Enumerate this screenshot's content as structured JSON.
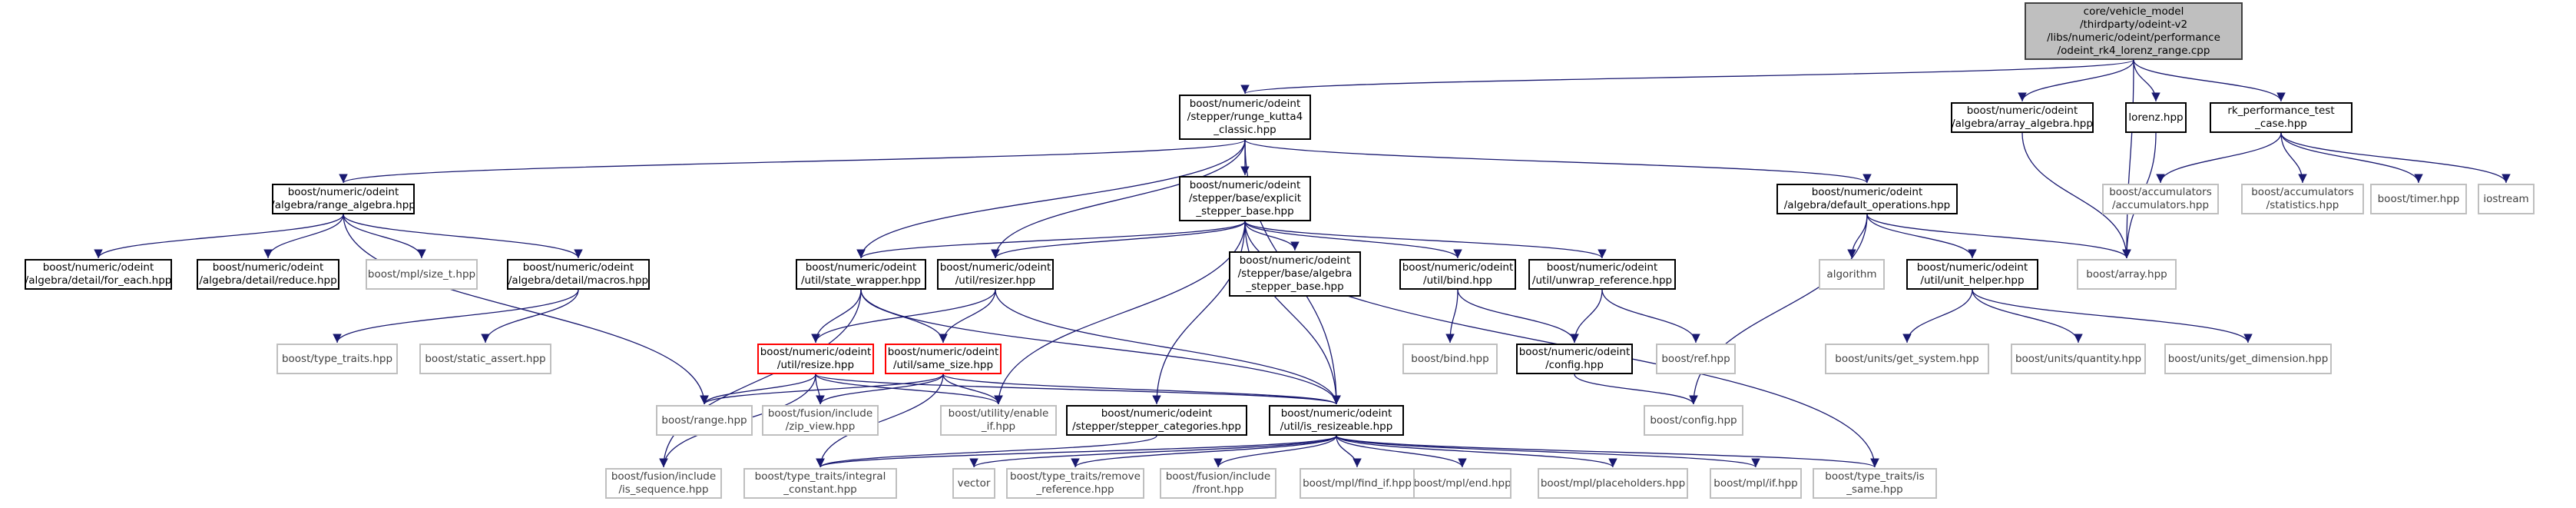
{
  "colors": {
    "edge": "#191970",
    "root_fill": "#bfbfbf",
    "external_border": "#bfbfbf",
    "highlight_border": "#ff0000"
  },
  "nodes": [
    {
      "id": "root",
      "kind": "root",
      "lines": [
        "core/vehicle_model",
        "/thirdparty/odeint-v2",
        "/libs/numeric/odeint/performance",
        "/odeint_rk4_lorenz_range.cpp"
      ]
    },
    {
      "id": "rk4",
      "kind": "doc",
      "lines": [
        "boost/numeric/odeint",
        "/stepper/runge_kutta4",
        "_classic.hpp"
      ]
    },
    {
      "id": "array_alg",
      "kind": "doc",
      "lines": [
        "boost/numeric/odeint",
        "/algebra/array_algebra.hpp"
      ]
    },
    {
      "id": "lorenz",
      "kind": "doc",
      "lines": [
        "lorenz.hpp"
      ]
    },
    {
      "id": "rkperf",
      "kind": "doc",
      "lines": [
        "rk_performance_test",
        "_case.hpp"
      ]
    },
    {
      "id": "range_alg",
      "kind": "doc",
      "lines": [
        "boost/numeric/odeint",
        "/algebra/range_algebra.hpp"
      ]
    },
    {
      "id": "expl",
      "kind": "doc",
      "lines": [
        "boost/numeric/odeint",
        "/stepper/base/explicit",
        "_stepper_base.hpp"
      ]
    },
    {
      "id": "defops",
      "kind": "doc",
      "lines": [
        "boost/numeric/odeint",
        "/algebra/default_operations.hpp"
      ]
    },
    {
      "id": "acc",
      "kind": "ext",
      "lines": [
        "boost/accumulators",
        "/accumulators.hpp"
      ]
    },
    {
      "id": "stats",
      "kind": "ext",
      "lines": [
        "boost/accumulators",
        "/statistics.hpp"
      ]
    },
    {
      "id": "timer",
      "kind": "ext",
      "lines": [
        "boost/timer.hpp"
      ]
    },
    {
      "id": "iostream",
      "kind": "ext",
      "lines": [
        "iostream"
      ]
    },
    {
      "id": "foreach",
      "kind": "doc",
      "lines": [
        "boost/numeric/odeint",
        "/algebra/detail/for_each.hpp"
      ]
    },
    {
      "id": "reduce",
      "kind": "doc",
      "lines": [
        "boost/numeric/odeint",
        "/algebra/detail/reduce.hpp"
      ]
    },
    {
      "id": "size_t",
      "kind": "ext",
      "lines": [
        "boost/mpl/size_t.hpp"
      ]
    },
    {
      "id": "macros",
      "kind": "doc",
      "lines": [
        "boost/numeric/odeint",
        "/algebra/detail/macros.hpp"
      ]
    },
    {
      "id": "statew",
      "kind": "doc",
      "lines": [
        "boost/numeric/odeint",
        "/util/state_wrapper.hpp"
      ]
    },
    {
      "id": "resizer",
      "kind": "doc",
      "lines": [
        "boost/numeric/odeint",
        "/util/resizer.hpp"
      ]
    },
    {
      "id": "alg_cat",
      "kind": "doc",
      "lines": [
        "boost/numeric/odeint",
        "/stepper/base/algebra",
        "_stepper_base.hpp"
      ]
    },
    {
      "id": "bind",
      "kind": "doc",
      "lines": [
        "boost/numeric/odeint",
        "/util/bind.hpp"
      ]
    },
    {
      "id": "unwrap",
      "kind": "doc",
      "lines": [
        "boost/numeric/odeint",
        "/util/unwrap_reference.hpp"
      ]
    },
    {
      "id": "algorithm",
      "kind": "ext",
      "lines": [
        "algorithm"
      ]
    },
    {
      "id": "unit_helper",
      "kind": "doc",
      "lines": [
        "boost/numeric/odeint",
        "/util/unit_helper.hpp"
      ]
    },
    {
      "id": "barray",
      "kind": "ext",
      "lines": [
        "boost/array.hpp"
      ]
    },
    {
      "id": "type_traits",
      "kind": "ext",
      "lines": [
        "boost/type_traits.hpp"
      ]
    },
    {
      "id": "static_assert",
      "kind": "ext",
      "lines": [
        "boost/static_assert.hpp"
      ]
    },
    {
      "id": "resize",
      "kind": "red",
      "lines": [
        "boost/numeric/odeint",
        "/util/resize.hpp"
      ]
    },
    {
      "id": "same_size",
      "kind": "red",
      "lines": [
        "boost/numeric/odeint",
        "/util/same_size.hpp"
      ]
    },
    {
      "id": "bindhpp",
      "kind": "ext",
      "lines": [
        "boost/bind.hpp"
      ]
    },
    {
      "id": "config",
      "kind": "doc",
      "lines": [
        "boost/numeric/odeint",
        "/config.hpp"
      ]
    },
    {
      "id": "refhpp",
      "kind": "ext",
      "lines": [
        "boost/ref.hpp"
      ]
    },
    {
      "id": "get_system",
      "kind": "ext",
      "lines": [
        "boost/units/get_system.hpp"
      ]
    },
    {
      "id": "quantity",
      "kind": "ext",
      "lines": [
        "boost/units/quantity.hpp"
      ]
    },
    {
      "id": "get_dim",
      "kind": "ext",
      "lines": [
        "boost/units/get_dimension.hpp"
      ]
    },
    {
      "id": "range",
      "kind": "ext",
      "lines": [
        "boost/range.hpp"
      ]
    },
    {
      "id": "zip_view",
      "kind": "ext",
      "lines": [
        "boost/fusion/include",
        "/zip_view.hpp"
      ]
    },
    {
      "id": "enable_if",
      "kind": "ext",
      "lines": [
        "boost/utility/enable",
        "_if.hpp"
      ]
    },
    {
      "id": "stepcat",
      "kind": "doc",
      "lines": [
        "boost/numeric/odeint",
        "/stepper/stepper_categories.hpp"
      ]
    },
    {
      "id": "isresize",
      "kind": "doc",
      "lines": [
        "boost/numeric/odeint",
        "/util/is_resizeable.hpp"
      ]
    },
    {
      "id": "bconfig",
      "kind": "ext",
      "lines": [
        "boost/config.hpp"
      ]
    },
    {
      "id": "is_seq",
      "kind": "ext",
      "lines": [
        "boost/fusion/include",
        "/is_sequence.hpp"
      ]
    },
    {
      "id": "int_const",
      "kind": "ext",
      "lines": [
        "boost/type_traits/integral",
        "_constant.hpp"
      ]
    },
    {
      "id": "vector",
      "kind": "ext",
      "lines": [
        "vector"
      ]
    },
    {
      "id": "rm_ref",
      "kind": "ext",
      "lines": [
        "boost/type_traits/remove",
        "_reference.hpp"
      ]
    },
    {
      "id": "front",
      "kind": "ext",
      "lines": [
        "boost/fusion/include",
        "/front.hpp"
      ]
    },
    {
      "id": "find_if",
      "kind": "ext",
      "lines": [
        "boost/mpl/find_if.hpp"
      ]
    },
    {
      "id": "mpl_end",
      "kind": "ext",
      "lines": [
        "boost/mpl/end.hpp"
      ]
    },
    {
      "id": "placeholders",
      "kind": "ext",
      "lines": [
        "boost/mpl/placeholders.hpp"
      ]
    },
    {
      "id": "mpl_if",
      "kind": "ext",
      "lines": [
        "boost/mpl/if.hpp"
      ]
    },
    {
      "id": "is_same",
      "kind": "ext",
      "lines": [
        "boost/type_traits/is",
        "_same.hpp"
      ]
    }
  ],
  "edges": [
    [
      "root",
      "rk4"
    ],
    [
      "root",
      "array_alg"
    ],
    [
      "root",
      "lorenz"
    ],
    [
      "root",
      "rkperf"
    ],
    [
      "root",
      "barray"
    ],
    [
      "array_alg",
      "barray"
    ],
    [
      "lorenz",
      "barray"
    ],
    [
      "rkperf",
      "acc"
    ],
    [
      "rkperf",
      "stats"
    ],
    [
      "rkperf",
      "timer"
    ],
    [
      "rkperf",
      "iostream"
    ],
    [
      "rk4",
      "range_alg"
    ],
    [
      "rk4",
      "expl"
    ],
    [
      "rk4",
      "defops"
    ],
    [
      "rk4",
      "statew"
    ],
    [
      "rk4",
      "resizer"
    ],
    [
      "rk4",
      "isresize"
    ],
    [
      "range_alg",
      "foreach"
    ],
    [
      "range_alg",
      "reduce"
    ],
    [
      "range_alg",
      "size_t"
    ],
    [
      "range_alg",
      "macros"
    ],
    [
      "range_alg",
      "range"
    ],
    [
      "macros",
      "type_traits"
    ],
    [
      "macros",
      "static_assert"
    ],
    [
      "expl",
      "statew"
    ],
    [
      "expl",
      "resizer"
    ],
    [
      "expl",
      "alg_cat"
    ],
    [
      "expl",
      "bind"
    ],
    [
      "expl",
      "unwrap"
    ],
    [
      "expl",
      "stepcat"
    ],
    [
      "expl",
      "isresize"
    ],
    [
      "expl",
      "enable_if"
    ],
    [
      "expl",
      "is_same"
    ],
    [
      "defops",
      "algorithm"
    ],
    [
      "defops",
      "unit_helper"
    ],
    [
      "defops",
      "barray"
    ],
    [
      "defops",
      "bconfig"
    ],
    [
      "unit_helper",
      "get_system"
    ],
    [
      "unit_helper",
      "quantity"
    ],
    [
      "unit_helper",
      "get_dim"
    ],
    [
      "bind",
      "bindhpp"
    ],
    [
      "bind",
      "config"
    ],
    [
      "unwrap",
      "config"
    ],
    [
      "unwrap",
      "refhpp"
    ],
    [
      "config",
      "bconfig"
    ],
    [
      "statew",
      "resize"
    ],
    [
      "statew",
      "same_size"
    ],
    [
      "statew",
      "isresize"
    ],
    [
      "statew",
      "is_seq"
    ],
    [
      "resizer",
      "resize"
    ],
    [
      "resizer",
      "same_size"
    ],
    [
      "resizer",
      "isresize"
    ],
    [
      "resize",
      "range"
    ],
    [
      "resize",
      "zip_view"
    ],
    [
      "resize",
      "enable_if"
    ],
    [
      "resize",
      "isresize"
    ],
    [
      "resize",
      "is_seq"
    ],
    [
      "same_size",
      "range"
    ],
    [
      "same_size",
      "zip_view"
    ],
    [
      "same_size",
      "enable_if"
    ],
    [
      "same_size",
      "isresize"
    ],
    [
      "same_size",
      "int_const"
    ],
    [
      "stepcat",
      "int_const"
    ],
    [
      "isresize",
      "int_const"
    ],
    [
      "isresize",
      "vector"
    ],
    [
      "isresize",
      "rm_ref"
    ],
    [
      "isresize",
      "front"
    ],
    [
      "isresize",
      "find_if"
    ],
    [
      "isresize",
      "mpl_end"
    ],
    [
      "isresize",
      "placeholders"
    ],
    [
      "isresize",
      "mpl_if"
    ],
    [
      "isresize",
      "is_same"
    ]
  ]
}
